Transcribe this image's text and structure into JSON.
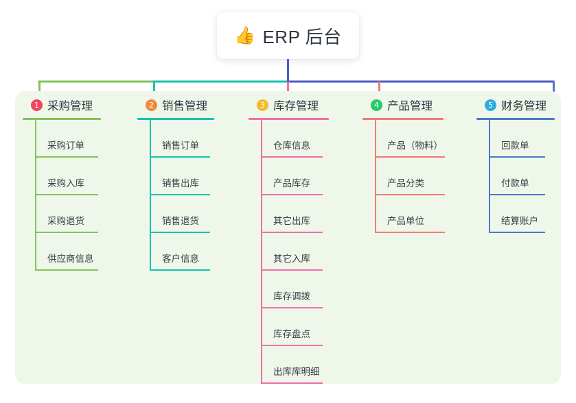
{
  "diagram": {
    "type": "org-tree",
    "title": "ERP 后台",
    "root": {
      "icon": "thumbs-up-icon",
      "emoji": "👍",
      "label": "ERP 后台"
    },
    "panel_color": "#eef7e9",
    "trunk_color": "#4b5bc4",
    "columns": [
      {
        "number": "1",
        "label": "采购管理",
        "badge_color": "#f2435f",
        "line_color": "#82c35c",
        "items": [
          "采购订单",
          "采购入库",
          "采购退货",
          "供应商信息"
        ]
      },
      {
        "number": "2",
        "label": "销售管理",
        "badge_color": "#f08a3c",
        "line_color": "#19c2ab",
        "items": [
          "销售订单",
          "销售出库",
          "销售退货",
          "客户信息"
        ]
      },
      {
        "number": "3",
        "label": "库存管理",
        "badge_color": "#f5bb2a",
        "line_color": "#ef6eaa",
        "items": [
          "仓库信息",
          "产品库存",
          "其它出库",
          "其它入库",
          "库存调拨",
          "库存盘点",
          "出库库明细"
        ]
      },
      {
        "number": "4",
        "label": "产品管理",
        "badge_color": "#25ca6a",
        "line_color": "#f4796f",
        "items": [
          "产品（物料）",
          "产品分类",
          "产品单位"
        ]
      },
      {
        "number": "5",
        "label": "财务管理",
        "badge_color": "#29aee4",
        "line_color": "#4b79c9",
        "items": [
          "回款单",
          "付款单",
          "结算账户"
        ]
      }
    ]
  }
}
